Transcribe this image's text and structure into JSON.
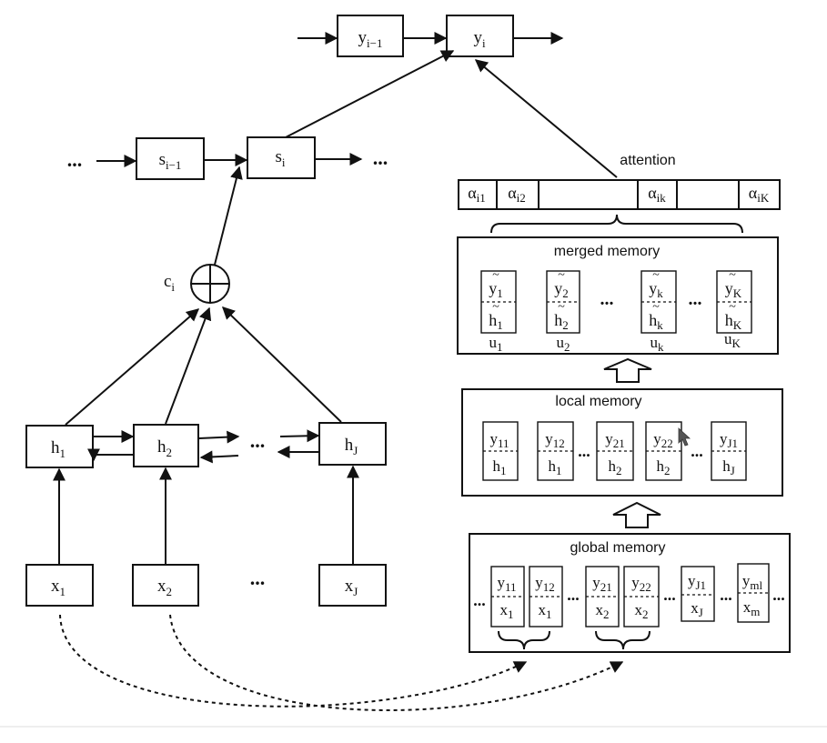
{
  "ellipsis": "...",
  "decoder": {
    "y_prev": {
      "base": "y",
      "sub": "i−1"
    },
    "y_cur": {
      "base": "y",
      "sub": "i"
    },
    "s_prev": {
      "base": "s",
      "sub": "i−1"
    },
    "s_cur": {
      "base": "s",
      "sub": "i"
    },
    "context": {
      "base": "c",
      "sub": "i"
    },
    "context_op": "⊕"
  },
  "encoder": {
    "hidden": [
      {
        "base": "h",
        "sub": "1"
      },
      {
        "base": "h",
        "sub": "2"
      },
      {
        "base": "h",
        "sub": "J"
      }
    ],
    "inputs": [
      {
        "base": "x",
        "sub": "1"
      },
      {
        "base": "x",
        "sub": "2"
      },
      {
        "base": "x",
        "sub": "J"
      }
    ]
  },
  "attention": {
    "label": "attention",
    "cells": [
      {
        "base": "α",
        "sub": "i1"
      },
      {
        "base": "α",
        "sub": "i2"
      },
      {
        "base": "",
        "sub": ""
      },
      {
        "base": "α",
        "sub": "ik"
      },
      {
        "base": "",
        "sub": ""
      },
      {
        "base": "α",
        "sub": "iK"
      }
    ]
  },
  "merged_memory": {
    "title": "merged memory",
    "slots": [
      {
        "top": {
          "base": "y",
          "sub": "1"
        },
        "bottom": {
          "base": "h",
          "sub": "1"
        },
        "label": {
          "base": "u",
          "sub": "1"
        }
      },
      {
        "top": {
          "base": "y",
          "sub": "2"
        },
        "bottom": {
          "base": "h",
          "sub": "2"
        },
        "label": {
          "base": "u",
          "sub": "2"
        }
      },
      {
        "top": {
          "base": "y",
          "sub": "k"
        },
        "bottom": {
          "base": "h",
          "sub": "k"
        },
        "label": {
          "base": "u",
          "sub": "k"
        }
      },
      {
        "top": {
          "base": "y",
          "sub": "K"
        },
        "bottom": {
          "base": "h",
          "sub": "K"
        },
        "label": {
          "base": "u",
          "sub": "K"
        }
      }
    ],
    "tilde": "~"
  },
  "local_memory": {
    "title": "local memory",
    "slots": [
      {
        "top": {
          "base": "y",
          "sub": "11"
        },
        "bottom": {
          "base": "h",
          "sub": "1"
        }
      },
      {
        "top": {
          "base": "y",
          "sub": "12"
        },
        "bottom": {
          "base": "h",
          "sub": "1"
        }
      },
      {
        "top": {
          "base": "y",
          "sub": "21"
        },
        "bottom": {
          "base": "h",
          "sub": "2"
        }
      },
      {
        "top": {
          "base": "y",
          "sub": "22"
        },
        "bottom": {
          "base": "h",
          "sub": "2"
        }
      },
      {
        "top": {
          "base": "y",
          "sub": "J1"
        },
        "bottom": {
          "base": "h",
          "sub": "J"
        }
      }
    ]
  },
  "global_memory": {
    "title": "global memory",
    "slots": [
      {
        "top": {
          "base": "y",
          "sub": "11"
        },
        "bottom": {
          "base": "x",
          "sub": "1"
        }
      },
      {
        "top": {
          "base": "y",
          "sub": "12"
        },
        "bottom": {
          "base": "x",
          "sub": "1"
        }
      },
      {
        "top": {
          "base": "y",
          "sub": "21"
        },
        "bottom": {
          "base": "x",
          "sub": "2"
        }
      },
      {
        "top": {
          "base": "y",
          "sub": "22"
        },
        "bottom": {
          "base": "x",
          "sub": "2"
        }
      },
      {
        "top": {
          "base": "y",
          "sub": "J1"
        },
        "bottom": {
          "base": "x",
          "sub": "J"
        }
      },
      {
        "top": {
          "base": "y",
          "sub": "ml"
        },
        "bottom": {
          "base": "x",
          "sub": "m"
        }
      }
    ]
  }
}
